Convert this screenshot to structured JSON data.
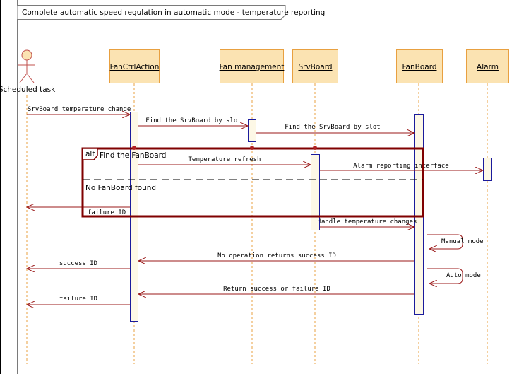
{
  "frame_title": "Complete automatic speed regulation in automatic mode - temperature reporting",
  "actor": {
    "label": "Scheduled task"
  },
  "participants": [
    {
      "id": "fanctrl",
      "label": "FanCtrlAction"
    },
    {
      "id": "fanmgmt",
      "label": "Fan management"
    },
    {
      "id": "srvboard",
      "label": "SrvBoard"
    },
    {
      "id": "fanboard",
      "label": "FanBoard"
    },
    {
      "id": "alarm",
      "label": "Alarm"
    }
  ],
  "messages": [
    {
      "id": "m1",
      "label": "SrvBoard temperature change"
    },
    {
      "id": "m2",
      "label": "Find the SrvBoard by slot"
    },
    {
      "id": "m3",
      "label": "Find the SrvBoard by slot"
    },
    {
      "id": "m4",
      "label": "Temperature refresh"
    },
    {
      "id": "m5",
      "label": "Alarm reporting interface"
    },
    {
      "id": "m6",
      "label": "failure ID"
    },
    {
      "id": "m7",
      "label": "Handle temperature changes"
    },
    {
      "id": "m8",
      "label": "Manual mode"
    },
    {
      "id": "m9",
      "label": "No operation returns success ID"
    },
    {
      "id": "m10",
      "label": "success ID"
    },
    {
      "id": "m11",
      "label": "Auto mode"
    },
    {
      "id": "m12",
      "label": "Return success or failure ID"
    },
    {
      "id": "m13",
      "label": "failure ID"
    }
  ],
  "fragment": {
    "operator": "alt",
    "guard": "Find the FanBoard",
    "else_guard": "No FanBoard found"
  },
  "colors": {
    "lifeline_head_fill": "#fbe3b2",
    "lifeline_border": "#e8a040",
    "activation_border": "#1b1b9c",
    "message_line": "#9b1a1a",
    "fragment_frame": "#800000"
  }
}
